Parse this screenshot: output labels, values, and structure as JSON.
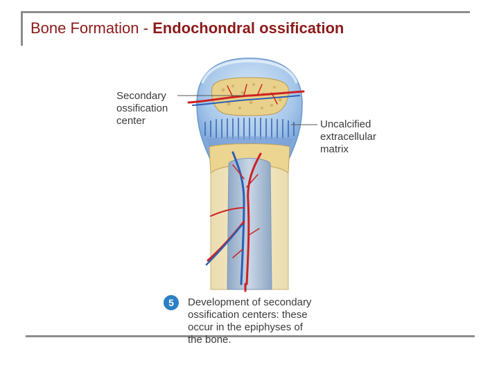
{
  "title": {
    "plain": "Bone Formation - ",
    "bold": "Endochondral ossification"
  },
  "labels": {
    "secondary": [
      "Secondary",
      "ossification",
      "center"
    ],
    "uncalcified": [
      "Uncalcified",
      "extracellular",
      "matrix"
    ]
  },
  "step": {
    "number": "5",
    "caption": [
      "Development of secondary",
      "ossification centers: these",
      "occur in the epiphyses of",
      "the bone."
    ]
  },
  "colors": {
    "title": "#8b1a1a",
    "cartilage": "#aac9ea",
    "bone": "#f1dfa4",
    "artery": "#cc2222",
    "vein": "#2a5fb5",
    "badge": "#2b7fc4"
  }
}
